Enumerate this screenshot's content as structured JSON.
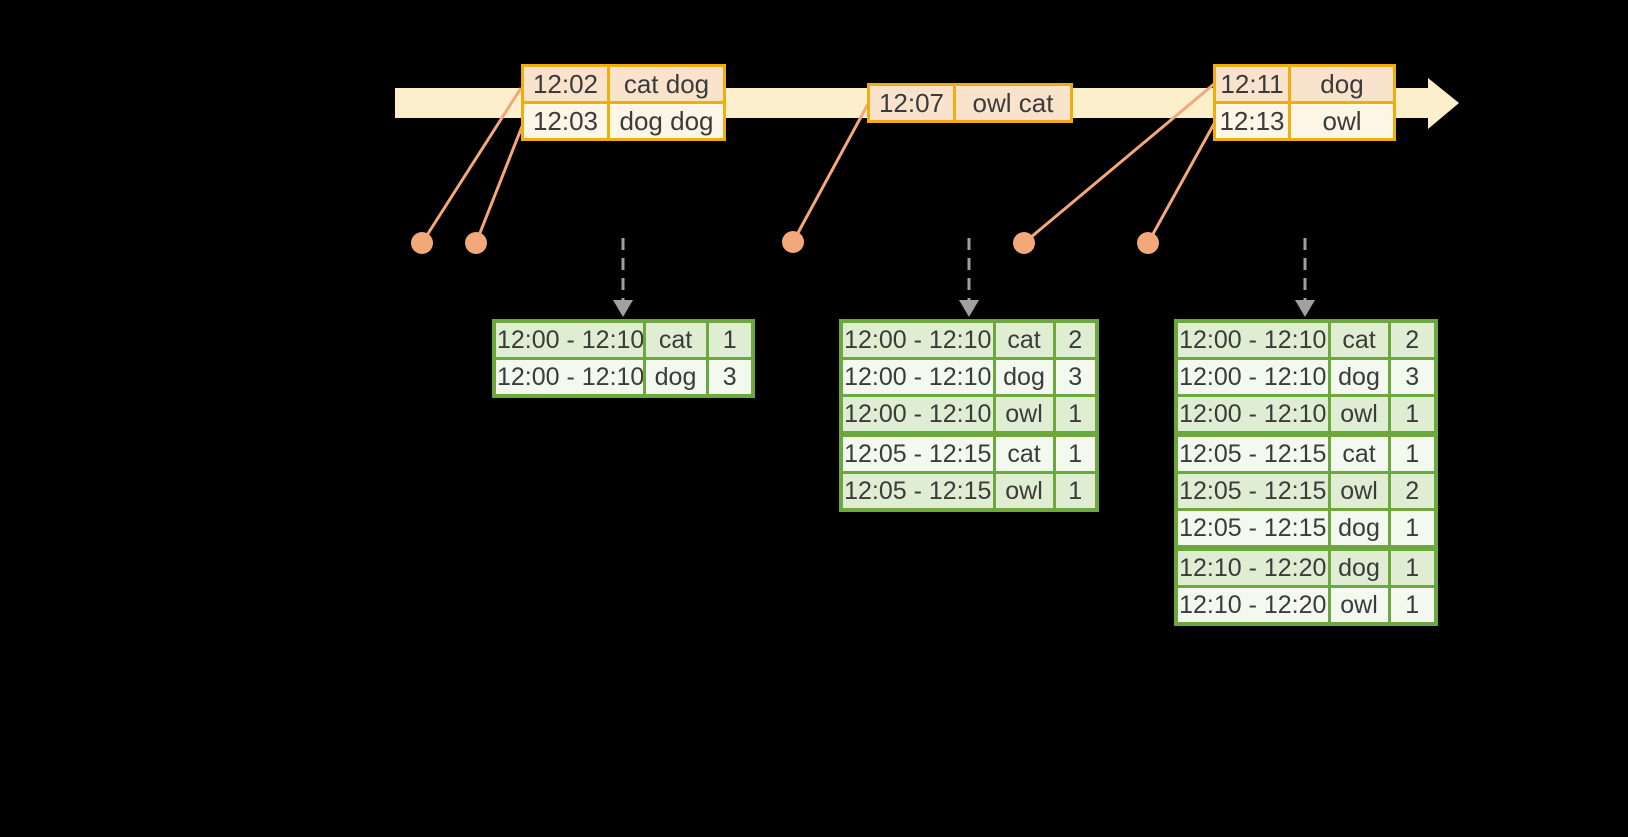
{
  "diagram": {
    "kind": "event-time windowed aggregation timeline",
    "colors": {
      "background": "#000000",
      "timeline_band": "#FCF0CC",
      "input_table_border": "#EFAE0C",
      "input_row_peach": "#FAE3CC",
      "input_row_cream": "#FDF5E6",
      "event_connector_orange": "#F2A878",
      "result_table_border": "#6CA83D",
      "result_row_green": "#DFEDD2",
      "result_row_pale": "#F4F9F0",
      "trigger_arrow_gray": "#A0A0A0",
      "cell_text": "#3B3B3B"
    }
  },
  "input_tables": [
    {
      "rows": [
        [
          "12:02",
          "cat dog"
        ],
        [
          "12:03",
          "dog dog"
        ]
      ]
    },
    {
      "rows": [
        [
          "12:07",
          "owl cat"
        ]
      ]
    },
    {
      "rows": [
        [
          "12:11",
          "dog"
        ],
        [
          "12:13",
          "owl"
        ]
      ]
    }
  ],
  "result_tables": [
    {
      "rows": [
        [
          "12:00 - 12:10",
          "cat",
          "1"
        ],
        [
          "12:00 - 12:10",
          "dog",
          "3"
        ]
      ]
    },
    {
      "rows": [
        [
          "12:00 - 12:10",
          "cat",
          "2"
        ],
        [
          "12:00 - 12:10",
          "dog",
          "3"
        ],
        [
          "12:00 - 12:10",
          "owl",
          "1"
        ],
        [
          "12:05 - 12:15",
          "cat",
          "1"
        ],
        [
          "12:05 - 12:15",
          "owl",
          "1"
        ]
      ]
    },
    {
      "rows": [
        [
          "12:00 - 12:10",
          "cat",
          "2"
        ],
        [
          "12:00 - 12:10",
          "dog",
          "3"
        ],
        [
          "12:00 - 12:10",
          "owl",
          "1"
        ],
        [
          "12:05 - 12:15",
          "cat",
          "1"
        ],
        [
          "12:05 - 12:15",
          "owl",
          "2"
        ],
        [
          "12:05 - 12:15",
          "dog",
          "1"
        ],
        [
          "12:10 - 12:20",
          "dog",
          "1"
        ],
        [
          "12:10 - 12:20",
          "owl",
          "1"
        ]
      ]
    }
  ]
}
